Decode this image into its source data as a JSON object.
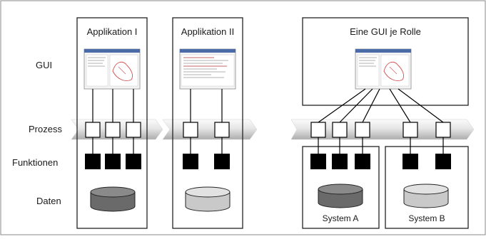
{
  "row_labels": {
    "gui": "GUI",
    "prozess": "Prozess",
    "funktionen": "Funktionen",
    "daten": "Daten"
  },
  "columns": [
    {
      "title": "Applikation I"
    },
    {
      "title": "Applikation II"
    },
    {
      "title": "Eine GUI je Rolle"
    }
  ],
  "systems": [
    {
      "label": "System A"
    },
    {
      "label": "System B"
    }
  ],
  "colors": {
    "frame": "#222222",
    "process_band_light": "#f3f3f3",
    "process_band_dark": "#b9b9b9",
    "function_box": "#000000",
    "db_dark": "#6a6a6a",
    "db_light": "#c9c9c9"
  }
}
